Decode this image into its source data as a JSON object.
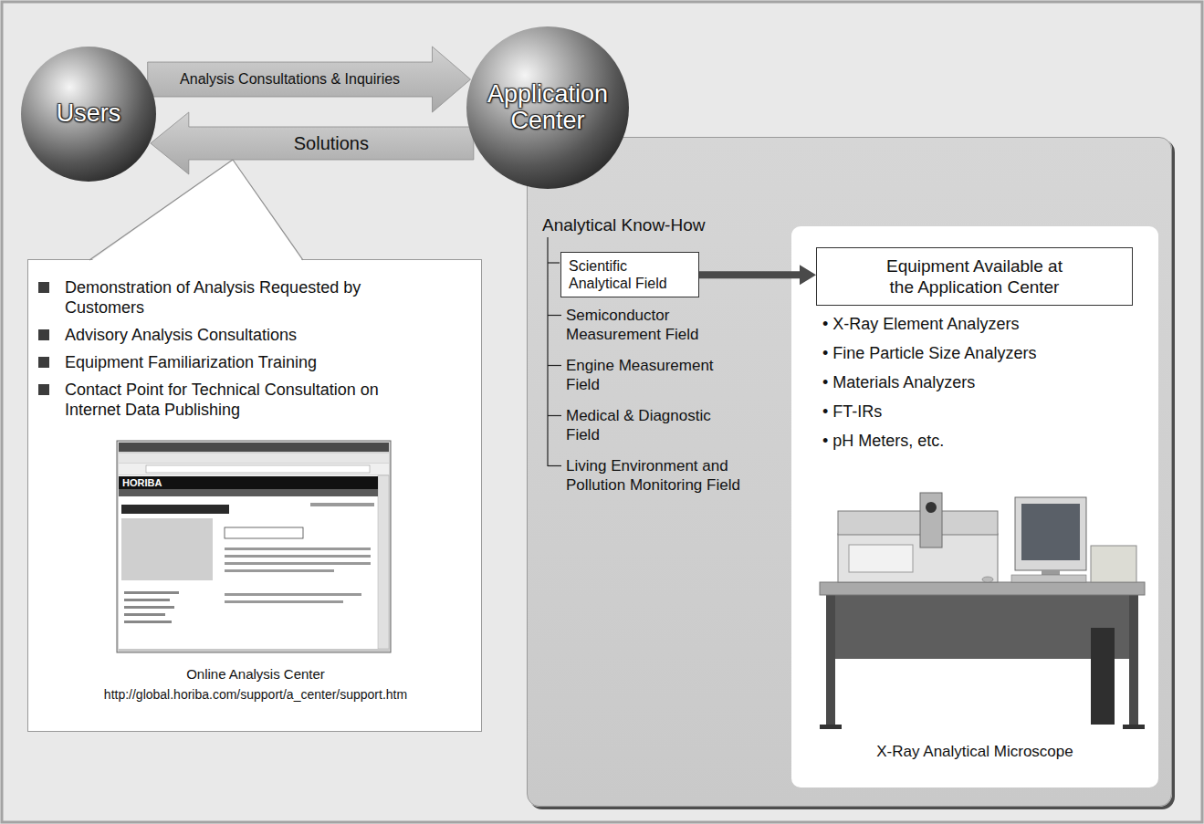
{
  "diagram": {
    "nodes": [
      {
        "text": [
          "Users"
        ]
      },
      {
        "text": [
          "Application Center"
        ]
      },
      {
        "text": [
          "Demonstration of Analysis Requested by Customers",
          "Advisory Analysis Consultations",
          "Equipment Familiarization Training",
          "Contact Point for Technical Consultation on Internet Data Publishing",
          "Online Analysis Center",
          "http://global.horiba.com/support/a_center/support.htm"
        ]
      },
      {
        "text": [
          "Analytical Know-How"
        ]
      },
      {
        "text": [
          "Scientific Analytical Field"
        ],
        "in": 3
      },
      {
        "text": [
          "• X-Ray Element Analyzers",
          "• Fine Particle Size Analyzers",
          "• Materials Analyzers",
          "• FT-IRs",
          "• pH Meters, etc.",
          "X-Ray Analytical Microscope"
        ],
        "in": 3
      },
      {
        "text": [
          "Equipment Available at the Application Center"
        ],
        "in": 5
      }
    ],
    "edges": [
      {
        "from": 0,
        "to": 1,
        "label": "Analysis Consultations & Inquiries",
        "arrow": "to"
      },
      {
        "from": 1,
        "to": 0,
        "label": "Solutions",
        "arrow": "to"
      },
      {
        "from": 4,
        "to": 6,
        "arrow": "to"
      }
    ],
    "labels": [
      "Semiconductor Measurement Field",
      "Engine Measurement Field",
      "Medical & Diagnostic Field",
      "Living Environment and Pollution Monitoring Field",
      "HORIBA"
    ]
  }
}
